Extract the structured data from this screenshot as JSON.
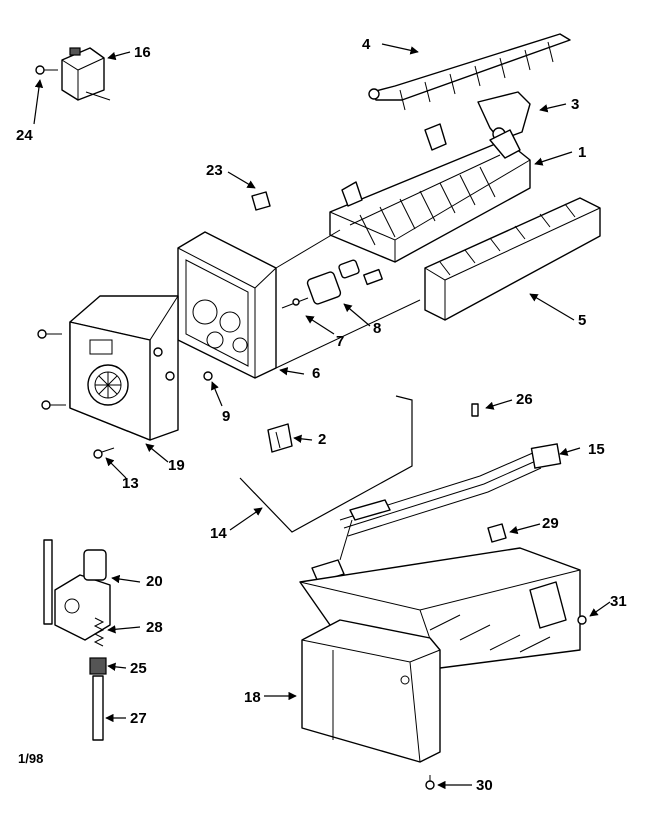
{
  "diagram": {
    "date_code": "1/98",
    "callouts": {
      "p1": "1",
      "p2": "2",
      "p3": "3",
      "p4": "4",
      "p5": "5",
      "p6": "6",
      "p7": "7",
      "p8": "8",
      "p9": "9",
      "p13": "13",
      "p14": "14",
      "p15": "15",
      "p16": "16",
      "p18": "18",
      "p19": "19",
      "p20": "20",
      "p23": "23",
      "p24": "24",
      "p25": "25",
      "p26": "26",
      "p27": "27",
      "p28": "28",
      "p29": "29",
      "p30": "30",
      "p31": "31"
    }
  }
}
